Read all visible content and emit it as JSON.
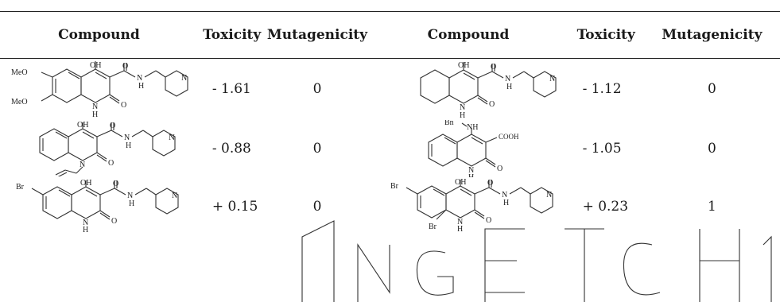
{
  "table": {
    "headers": [
      "Compound",
      "Toxicity",
      "Mutagenicity",
      "Compound",
      "Toxicity",
      "Mutagenicity"
    ],
    "rows": [
      {
        "toxicity_left": "- 1.61",
        "mutagenicity_left": "0",
        "toxicity_right": "- 1.12",
        "mutagenicity_right": "0"
      },
      {
        "toxicity_left": "- 0.88",
        "mutagenicity_left": "0",
        "toxicity_right": "- 1.05",
        "mutagenicity_right": "0"
      },
      {
        "toxicity_left": "+ 0.15",
        "mutagenicity_left": "0",
        "toxicity_right": "+ 0.23",
        "mutagenicity_right": "1"
      }
    ]
  },
  "labels": {
    "oh": "OH",
    "o": "O",
    "h": "H",
    "n": "N",
    "meo": "MeO",
    "br": "Br",
    "bn": "Bn",
    "nh": "NH",
    "cooh": "COOH"
  }
}
